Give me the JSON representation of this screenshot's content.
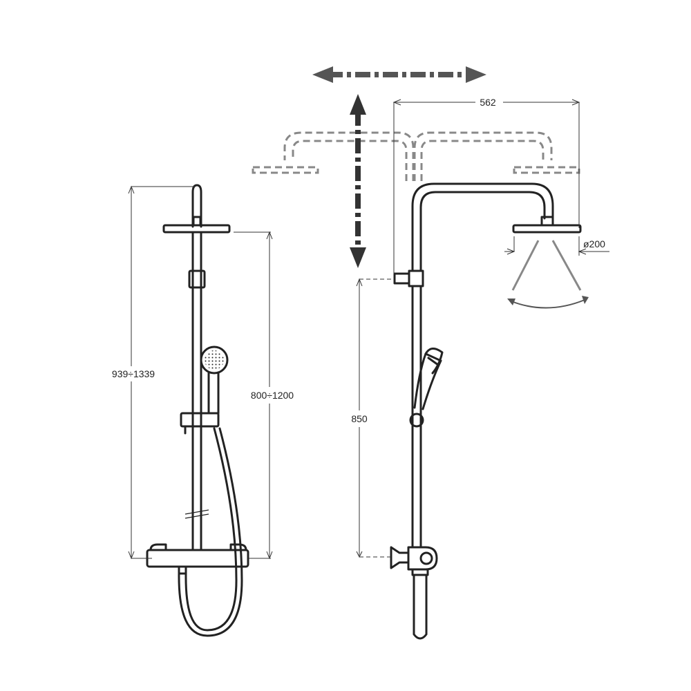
{
  "dimensions": {
    "total_height": "939÷1339",
    "bar_height": "800÷1200",
    "inlet_height": "850",
    "arm_length": "562",
    "head_diameter": "ø200"
  },
  "colors": {
    "line": "#222222",
    "ghost": "#888888",
    "arrow": "#555555",
    "arrow_dark": "#333333"
  }
}
